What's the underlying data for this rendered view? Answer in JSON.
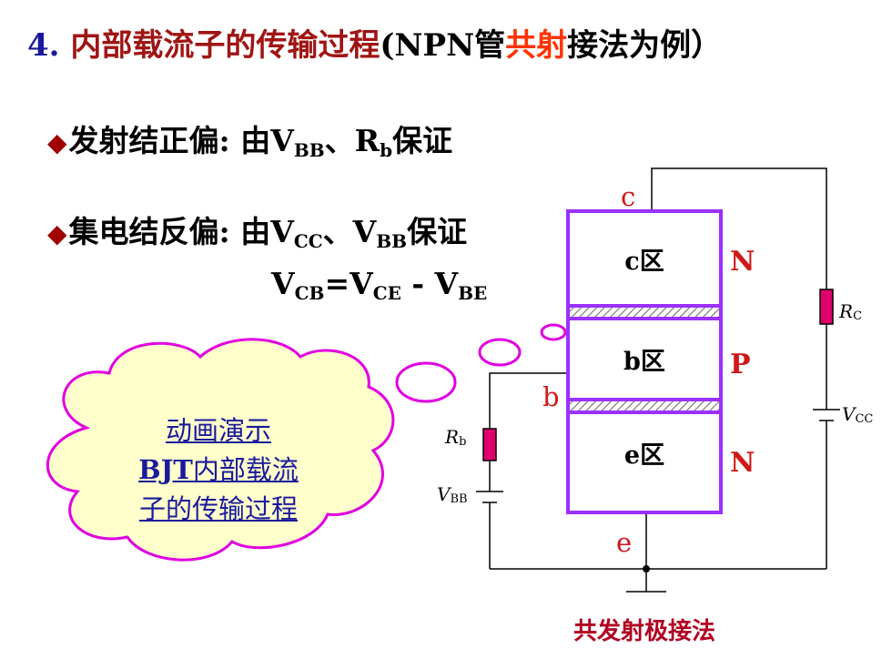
{
  "title": {
    "num": "4.",
    "part1": "内部载流子的传输过程",
    "paren_open": "(NPN管",
    "highlight": "共射",
    "part2": "接法为例",
    "paren_close": "）"
  },
  "bullets": [
    {
      "text_a": "发射结正偏: 由V",
      "sub1": "BB",
      "text_b": "、R",
      "sub2": "b",
      "text_c": "保证"
    },
    {
      "text_a": "集电结反偏: 由V",
      "sub1": "CC",
      "text_b": "、V",
      "sub2": "BB",
      "text_c": "保证"
    }
  ],
  "formula": {
    "v1": "V",
    "s1": "CB",
    "eq": "=V",
    "s2": "CE",
    "minus": " - V",
    "s3": "BE"
  },
  "cloud": {
    "line1": "动画演示",
    "line2_bold": "BJT",
    "line2": "内部载流",
    "line3": "子的传输过程"
  },
  "diagram": {
    "regions": [
      "c区",
      "b区",
      "e区"
    ],
    "types": [
      "N",
      "P",
      "N"
    ],
    "terminals": {
      "c": "c",
      "b": "b",
      "e": "e"
    },
    "rc": {
      "sym": "R",
      "sub": "C"
    },
    "rb": {
      "sym": "R",
      "sub": "b"
    },
    "vcc": {
      "sym": "V",
      "sub": "CC"
    },
    "vbb": {
      "sym": "V",
      "sub": "BB"
    },
    "caption": "共发射极接法"
  },
  "colors": {
    "title_blue": "#1a1a9c",
    "title_red": "#a01414",
    "highlight": "#ff3300",
    "purple": "#9b30ff",
    "magenta": "#e000e0",
    "cloud_fill": "#ffffcc",
    "resistor": "#e0006a"
  }
}
